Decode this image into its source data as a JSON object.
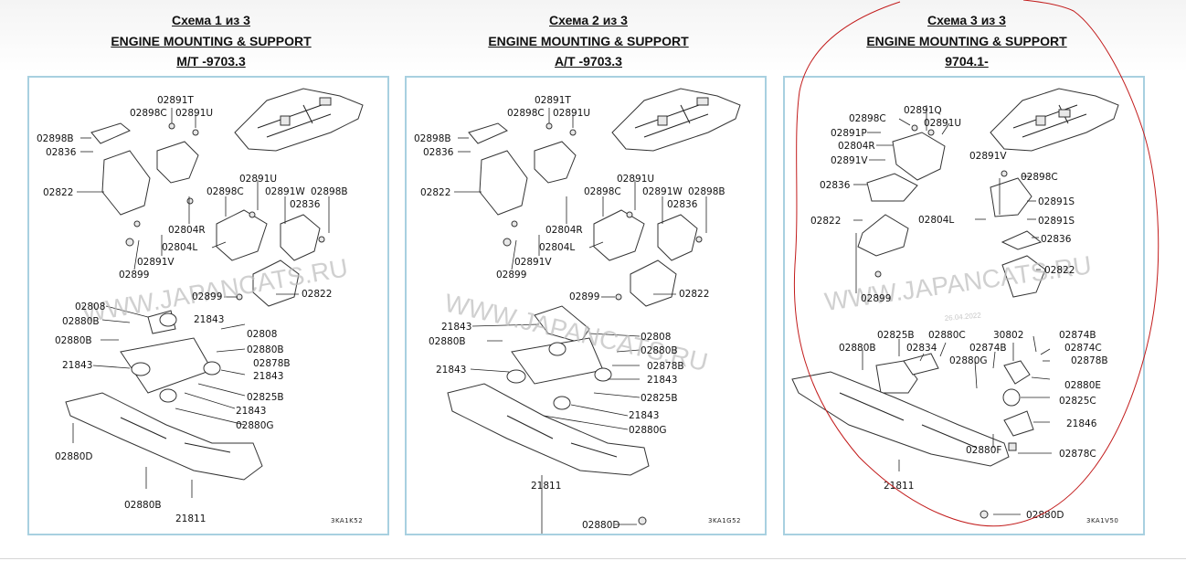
{
  "schemes": [
    {
      "header": {
        "title": "Схема 1 из 3",
        "name": "ENGINE MOUNTING & SUPPORT",
        "variant": "M/T -9703.3"
      },
      "watermark": "WWW.JAPANCATS.RU",
      "diagram_code": "3KA1K52",
      "labels": [
        "02891T",
        "02898C",
        "02891U",
        "02898B",
        "02836",
        "02822",
        "02804R",
        "02891U",
        "02898C",
        "02891W",
        "02898B",
        "02836",
        "02804L",
        "02891V",
        "02899",
        "02899",
        "02822",
        "02808",
        "02880B",
        "02880B",
        "21843",
        "02808",
        "02880B",
        "02878B",
        "21843",
        "21843",
        "02825B",
        "21843",
        "02880G",
        "02880D",
        "02880B",
        "21811"
      ]
    },
    {
      "header": {
        "title": "Схема 2 из 3",
        "name": "ENGINE MOUNTING & SUPPORT",
        "variant": "A/T -9703.3"
      },
      "watermark": "WWW.JAPANCATS.RU",
      "diagram_code": "3KA1G52",
      "labels": [
        "02891T",
        "02898C",
        "02891U",
        "02898B",
        "02836",
        "02822",
        "02804R",
        "02891U",
        "02898C",
        "02891W",
        "02898B",
        "02836",
        "02804L",
        "02891V",
        "02899",
        "02899",
        "02822",
        "21843",
        "02880B",
        "02808",
        "02880B",
        "21843",
        "02878B",
        "21843",
        "02825B",
        "21843",
        "02880G",
        "21811",
        "02880D"
      ]
    },
    {
      "header": {
        "title": "Схема 3 из 3",
        "name": "ENGINE MOUNTING & SUPPORT",
        "variant": "9704.1-"
      },
      "watermark": "WWW.JAPANCATS.RU",
      "date_stamp": "26.04.2022",
      "diagram_code": "3KA1V50",
      "labels": [
        "02898C",
        "02891Q",
        "02891U",
        "02891P",
        "02804R",
        "02891V",
        "02891V",
        "02898C",
        "02836",
        "02891S",
        "02804L",
        "02891S",
        "02822",
        "02836",
        "02822",
        "02899",
        "02825B",
        "02880C",
        "02880B",
        "02834",
        "30802",
        "02874B",
        "02874B",
        "02874C",
        "02880G",
        "02878B",
        "02880E",
        "02825C",
        "21846",
        "02880F",
        "02878C",
        "21811",
        "02880D"
      ]
    }
  ]
}
